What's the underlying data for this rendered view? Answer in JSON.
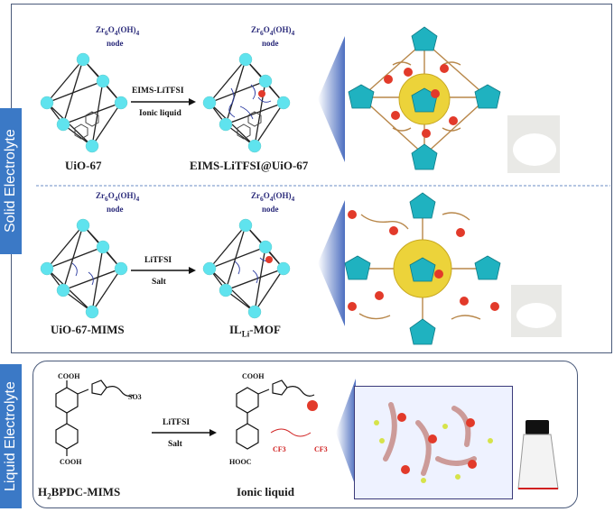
{
  "sections": {
    "solid_tab": "Solid Electrolyte",
    "liquid_tab": "Liquid Electrolyte"
  },
  "row1": {
    "node_label_1": "Zr6O4(OH)4",
    "node_word_1": "node",
    "node_label_2": "Zr6O4(OH)4",
    "node_word_2": "node",
    "arrow_top": "EIMS-LiTFSI",
    "arrow_bottom": "Ionic  liquid",
    "left_caption": "UiO-67",
    "right_caption": "EIMS-LiTFSI@UiO-67"
  },
  "row2": {
    "node_label_1": "Zr6O4(OH)4",
    "node_word_1": "node",
    "node_label_2": "Zr6O4(OH)4",
    "node_word_2": "node",
    "arrow_top": "LiTFSI",
    "arrow_bottom": "Salt",
    "left_caption": "UiO-67-MIMS",
    "right_caption_main": "IL",
    "right_caption_sub": "Li",
    "right_caption_end": "-MOF"
  },
  "row3": {
    "arrow_top": "LiTFSI",
    "arrow_bottom": "Salt",
    "left_caption_pre": "H",
    "left_caption_sub": "2",
    "left_caption_end": "BPDC-MIMS",
    "right_caption": "Ionic liquid",
    "mol_cooh_top": "COOH",
    "mol_cooh_bottom": "HOOC",
    "mol_so3": "SO3",
    "mol_cf3_a": "CF3",
    "mol_cf3_b": "CF3"
  },
  "colors": {
    "tab_blue": "#3b79c6",
    "node_cyan": "#5fe3ee",
    "cluster_teal": "#1fb2c0",
    "frame_border": "#4a5a7a",
    "ion_red": "#e23a2a"
  }
}
